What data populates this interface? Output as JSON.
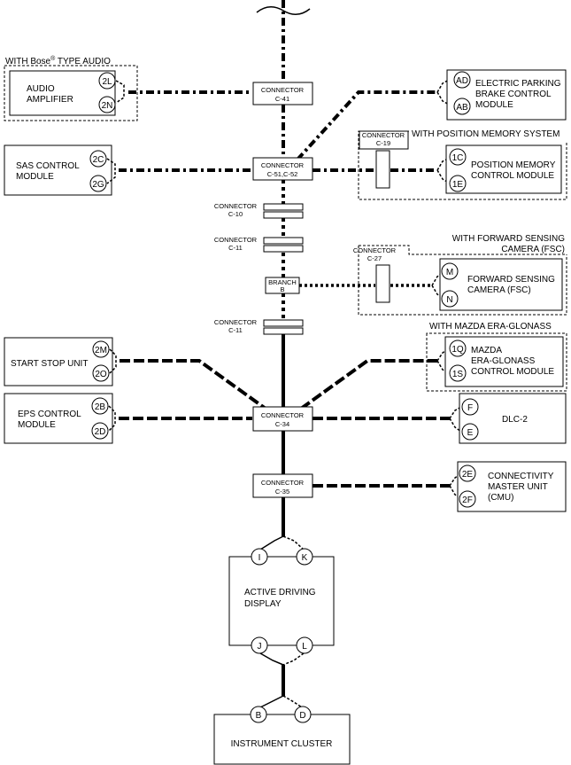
{
  "options": {
    "bose_prefix": "WITH Bose",
    "bose_reg": "®",
    "bose_suffix": " TYPE AUDIO",
    "position_memory": "WITH POSITION MEMORY SYSTEM",
    "fsc_line1": "WITH FORWARD SENSING",
    "fsc_line2": "CAMERA (FSC)",
    "era_glonass": "WITH MAZDA ERA-GLONASS"
  },
  "modules": {
    "audio_amp": {
      "line1": "AUDIO",
      "line2": "AMPLIFIER",
      "pins": [
        "2L",
        "2N"
      ]
    },
    "epb": {
      "line1": "ELECTRIC PARKING",
      "line2": "BRAKE CONTROL",
      "line3": "MODULE",
      "pins": [
        "AD",
        "AB"
      ]
    },
    "sas": {
      "line1": "SAS CONTROL",
      "line2": "MODULE",
      "pins": [
        "2C",
        "2G"
      ]
    },
    "pos_mem": {
      "line1": "POSITION MEMORY",
      "line2": "CONTROL MODULE",
      "pins": [
        "1C",
        "1E"
      ]
    },
    "fsc": {
      "line1": "FORWARD SENSING",
      "line2": "CAMERA (FSC)",
      "pins": [
        "M",
        "N"
      ]
    },
    "start_stop": {
      "line1": "START STOP UNIT",
      "pins": [
        "2M",
        "2O"
      ]
    },
    "era": {
      "line1": "MAZDA",
      "line2": "ERA-GLONASS",
      "line3": "CONTROL MODULE",
      "pins": [
        "1Q",
        "1S"
      ]
    },
    "eps": {
      "line1": "EPS CONTROL",
      "line2": "MODULE",
      "pins": [
        "2B",
        "2D"
      ]
    },
    "dlc": {
      "line1": "DLC-2",
      "pins": [
        "F",
        "E"
      ]
    },
    "cmu": {
      "line1": "CONNECTIVITY",
      "line2": "MASTER UNIT",
      "line3": "(CMU)",
      "pins": [
        "2E",
        "2F"
      ]
    },
    "add": {
      "line1": "ACTIVE DRIVING",
      "line2": "DISPLAY",
      "pins_top": [
        "I",
        "K"
      ],
      "pins_bottom": [
        "J",
        "L"
      ]
    },
    "cluster": {
      "line1": "INSTRUMENT CLUSTER",
      "pins": [
        "B",
        "D"
      ]
    }
  },
  "connectors": {
    "c41": {
      "line1": "CONNECTOR",
      "line2": "C-41"
    },
    "c51": {
      "line1": "CONNECTOR",
      "line2": "C-51,C-52"
    },
    "c19": {
      "line1": "CONNECTOR",
      "line2": "C-19"
    },
    "c10": {
      "line1": "CONNECTOR",
      "line2": "C-10"
    },
    "c11a": {
      "line1": "CONNECTOR",
      "line2": "C-11"
    },
    "c27": {
      "line1": "CONNECTOR",
      "line2": "C-27"
    },
    "branch": {
      "line1": "BRANCH",
      "line2": "B"
    },
    "c11b": {
      "line1": "CONNECTOR",
      "line2": "C-11"
    },
    "c34": {
      "line1": "CONNECTOR",
      "line2": "C-34"
    },
    "c35": {
      "line1": "CONNECTOR",
      "line2": "C-35"
    }
  }
}
